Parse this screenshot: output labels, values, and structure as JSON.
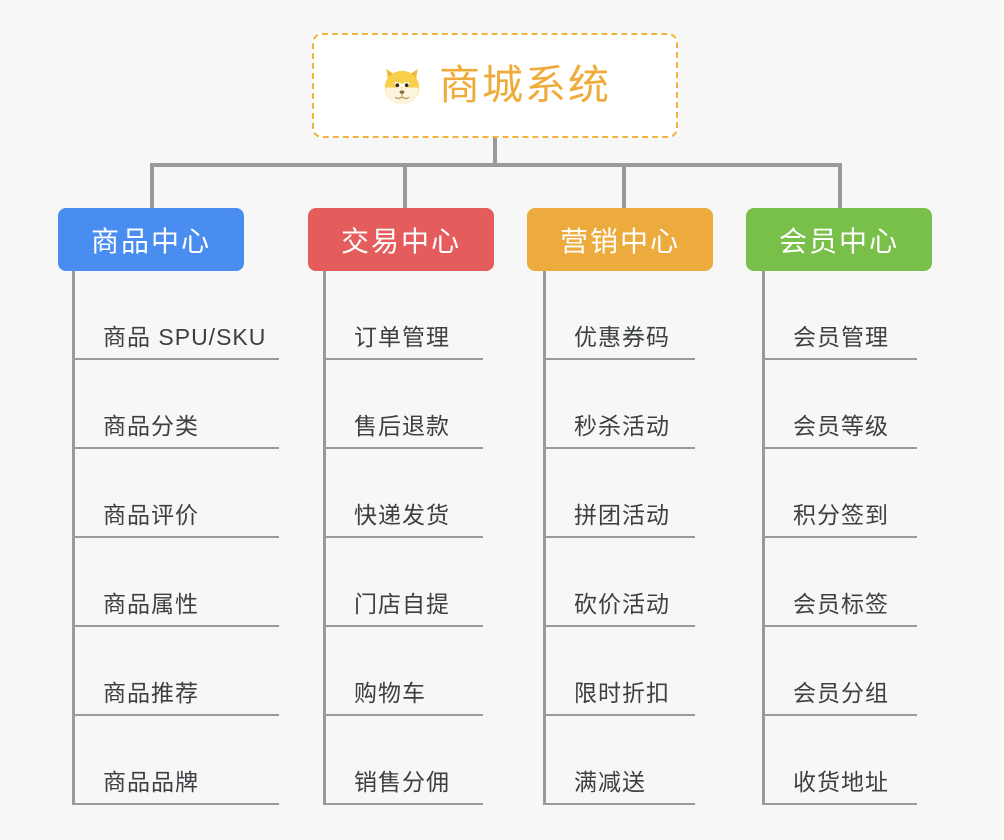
{
  "page": {
    "background_color": "#f7f7f7",
    "connector_color": "#9a9a9a",
    "leaf_text_color": "#3c4043"
  },
  "root": {
    "icon": "shiba-dog-face-icon",
    "title": "商城系统",
    "accent_color": "#efab3a",
    "border_style": "dashed",
    "background_color": "#ffffff"
  },
  "branches": [
    {
      "label": "商品中心",
      "color": "#4a8df0",
      "items": [
        "商品 SPU/SKU",
        "商品分类",
        "商品评价",
        "商品属性",
        "商品推荐",
        "商品品牌"
      ]
    },
    {
      "label": "交易中心",
      "color": "#e55c5c",
      "items": [
        "订单管理",
        "售后退款",
        "快递发货",
        "门店自提",
        "购物车",
        "销售分佣"
      ]
    },
    {
      "label": "营销中心",
      "color": "#eeab3d",
      "items": [
        "优惠券码",
        "秒杀活动",
        "拼团活动",
        "砍价活动",
        "限时折扣",
        "满减送"
      ]
    },
    {
      "label": "会员中心",
      "color": "#79c04a",
      "items": [
        "会员管理",
        "会员等级",
        "积分签到",
        "会员标签",
        "会员分组",
        "收货地址"
      ]
    }
  ]
}
